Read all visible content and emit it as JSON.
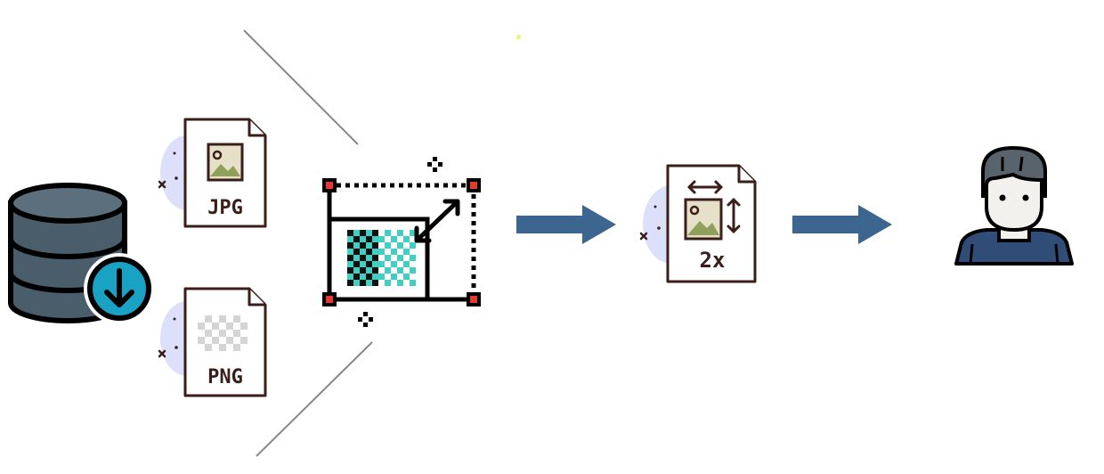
{
  "diagram": {
    "files": {
      "jpg_label": "JPG",
      "png_label": "PNG"
    },
    "output": {
      "scale_label": "2x"
    },
    "colors": {
      "outline": "#3a1e1a",
      "blob": "#dde0fb",
      "arrow": "#3c6690",
      "db_body": "#4a5d6b",
      "db_badge": "#1aa2c4",
      "teal": "#40cfc0",
      "corner": "#e03a33",
      "line": "#888888",
      "shirt": "#2f4d77",
      "hair": "#59636c",
      "photo_sky": "#e6e0c8",
      "photo_hill": "#8fa05a",
      "dot": "#eaf27a"
    }
  }
}
